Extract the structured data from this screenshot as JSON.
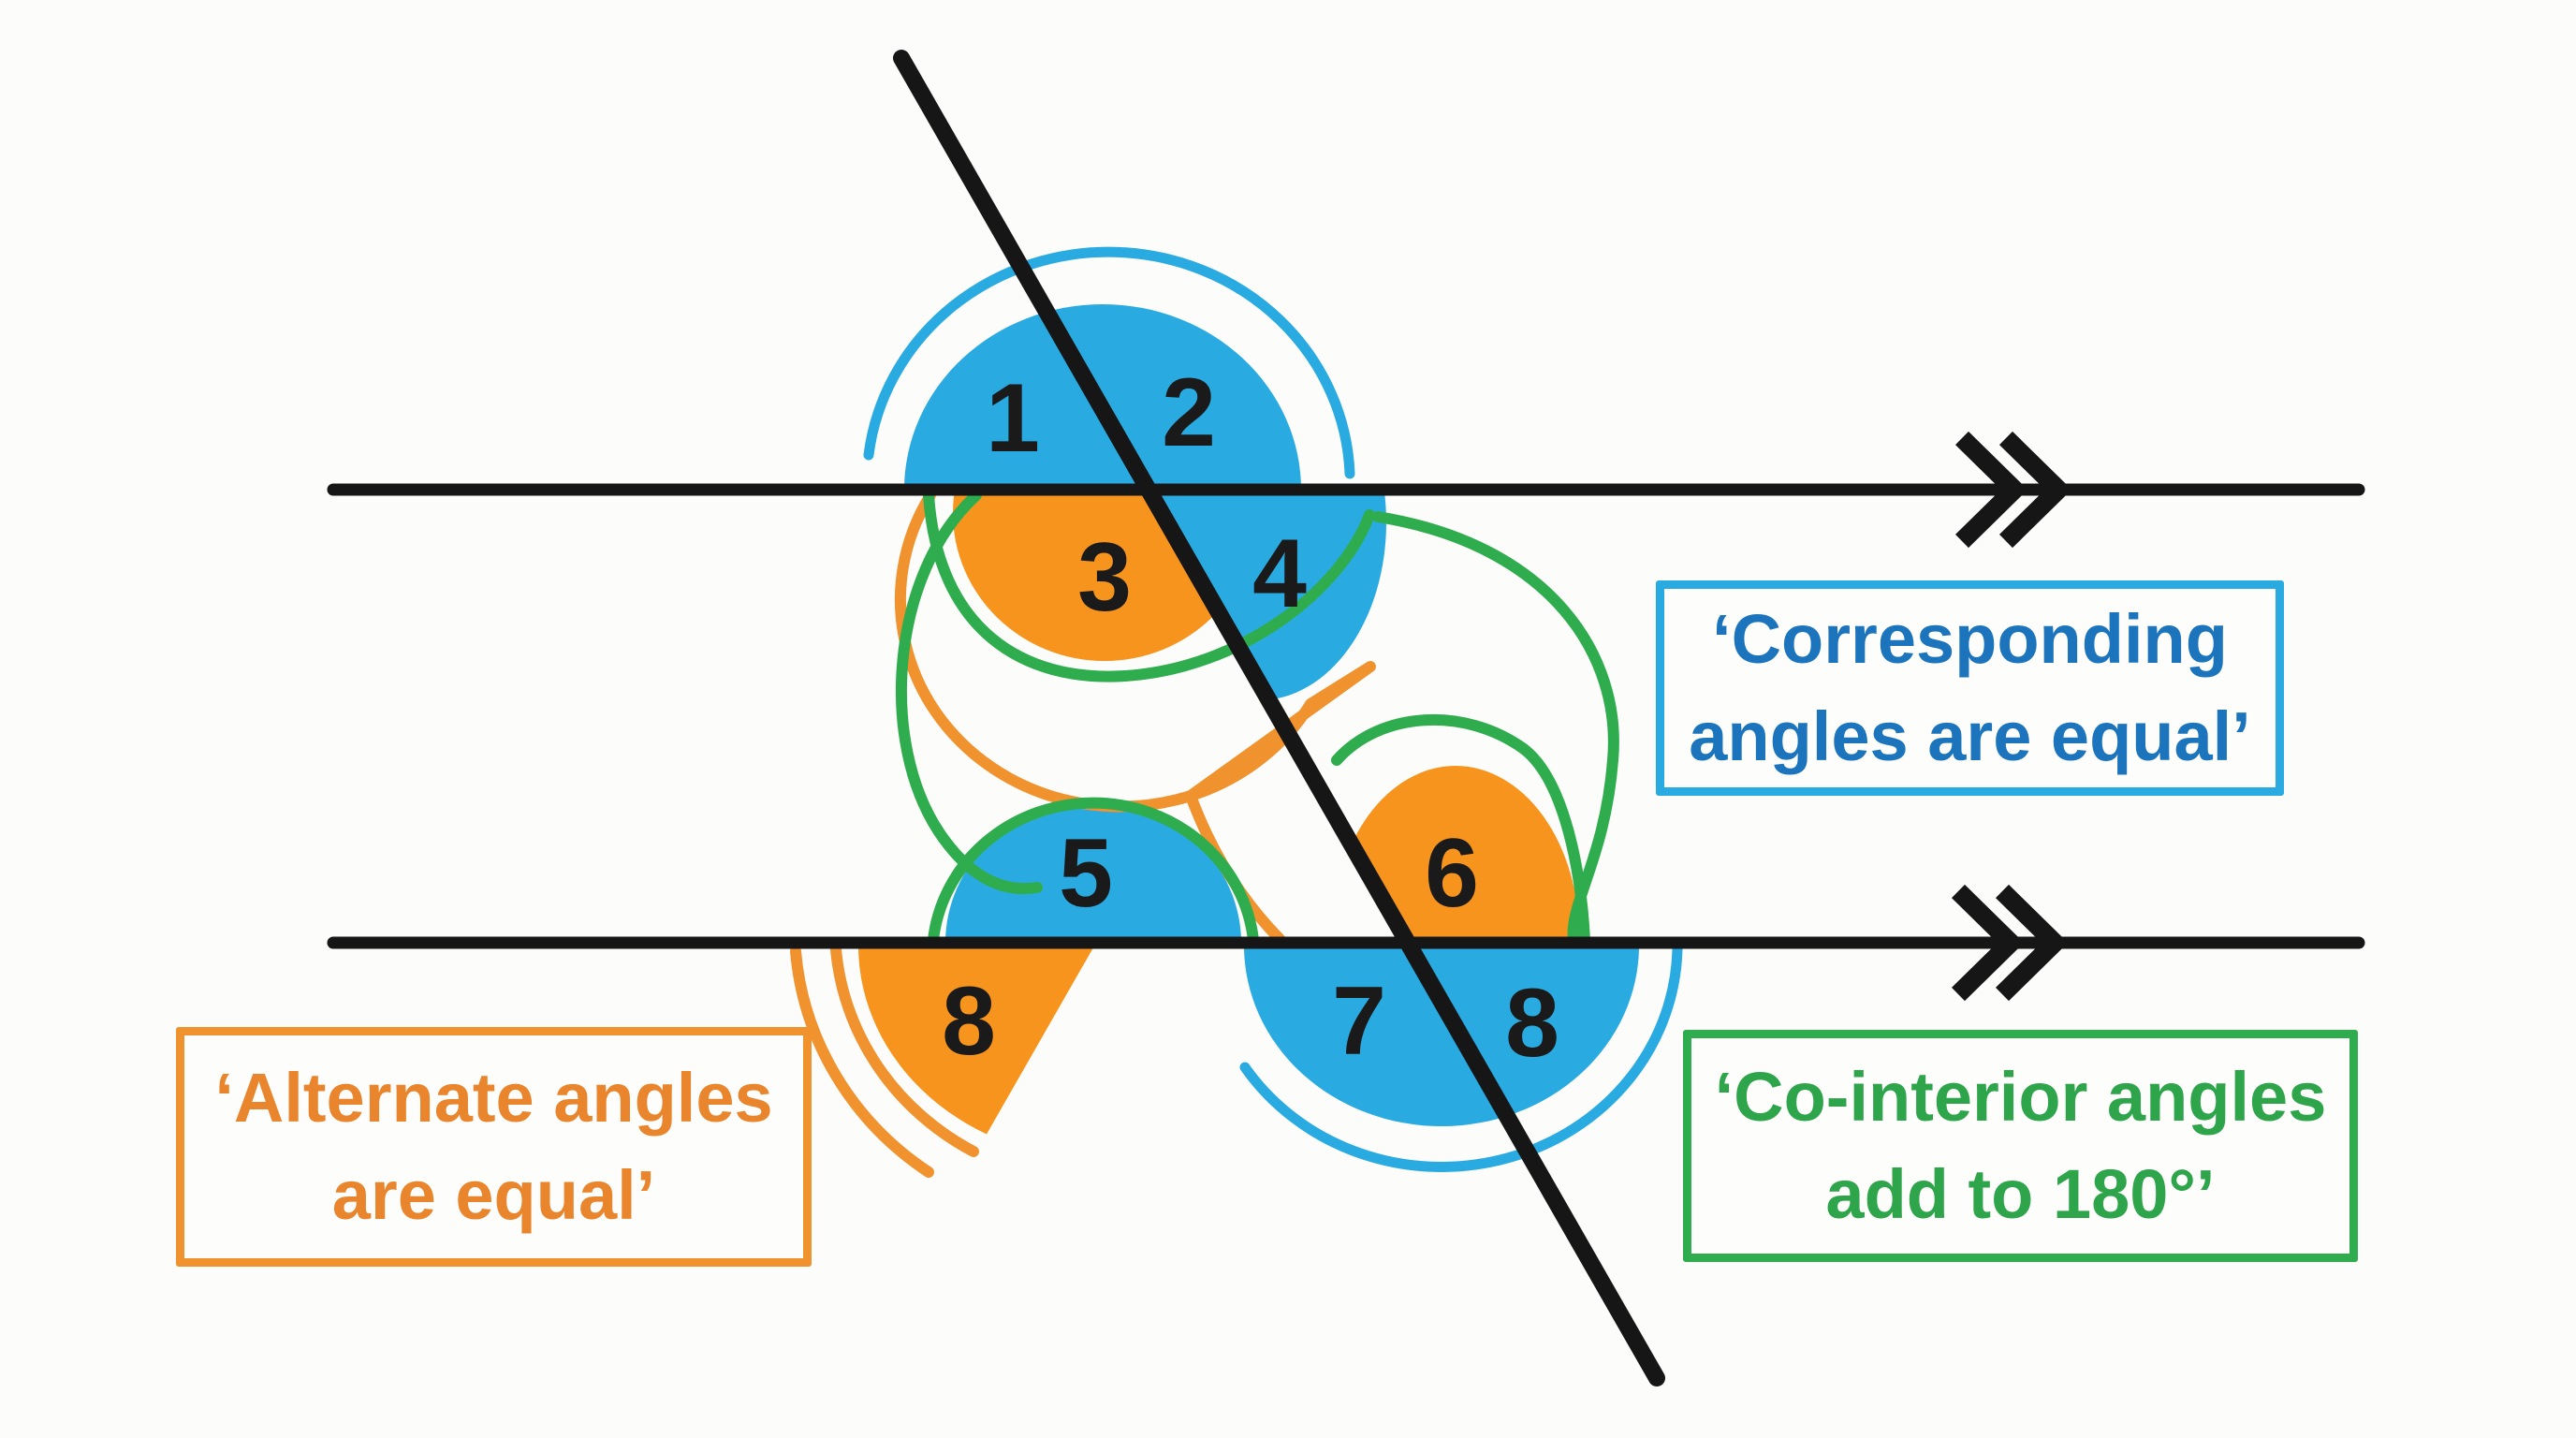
{
  "figure": {
    "background_color": "#fcfcfa",
    "line_color": "#161616",
    "description": "Two parallel lines cut by a transversal with eight numbered angles",
    "angle_labels": [
      {
        "id": "angle-1",
        "label": "1"
      },
      {
        "id": "angle-2",
        "label": "2"
      },
      {
        "id": "angle-3",
        "label": "3"
      },
      {
        "id": "angle-4",
        "label": "4"
      },
      {
        "id": "angle-5",
        "label": "5"
      },
      {
        "id": "angle-6",
        "label": "6"
      },
      {
        "id": "angle-7",
        "label": "7"
      },
      {
        "id": "angle-8-right",
        "label": "8"
      },
      {
        "id": "angle-8-left",
        "label": "8"
      }
    ],
    "parallel_mark": "double-chevron"
  },
  "legend_boxes": {
    "corresponding": {
      "line1": "‘Corresponding",
      "line2": "angles are equal’",
      "text_color": "#1C75BC",
      "border_color": "#29ABE2"
    },
    "alternate": {
      "line1": "‘Alternate angles",
      "line2": "are equal’",
      "text_color": "#E9852C",
      "border_color": "#F0932F"
    },
    "cointerior": {
      "line1": "‘Co-interior angles",
      "line2": "add to 180°’",
      "text_color": "#2EA44B",
      "border_color": "#2FAD4E"
    }
  },
  "colors": {
    "blue_fill": "#29ABE2",
    "orange_fill": "#F7941E",
    "green_stroke": "#2FAD4E",
    "blue_stroke": "#29ABE2",
    "orange_stroke": "#F0932F",
    "black": "#161616"
  }
}
